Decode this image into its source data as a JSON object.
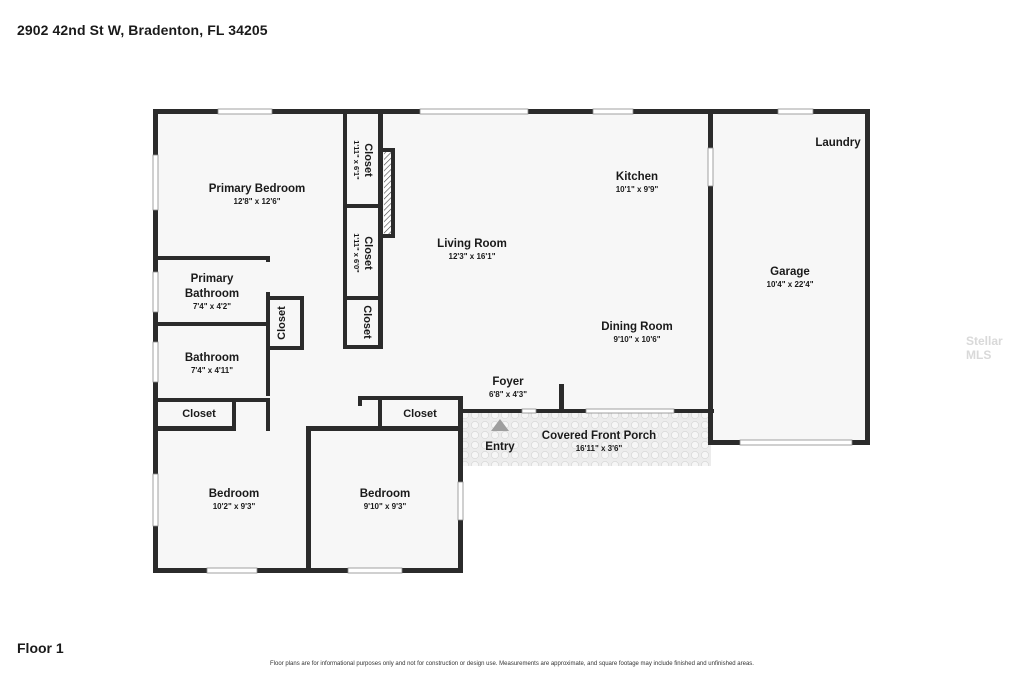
{
  "header": {
    "address": "2902 42nd St W, Bradenton, FL 34205"
  },
  "footer": {
    "floor_label": "Floor 1",
    "disclaimer": "Floor plans are for informational purposes only and not for construction or design use. Measurements are approximate, and square footage may include finished and unfinished areas."
  },
  "watermark": "Stellar MLS",
  "rooms": {
    "primary_bedroom": {
      "name": "Primary Bedroom",
      "dims": "12'8\" x 12'6\""
    },
    "closet_1": {
      "name": "Closet",
      "dims": "1'11\" x 6'1\""
    },
    "closet_2": {
      "name": "Closet",
      "dims": "1'11\" x 6'0\""
    },
    "closet_3": {
      "name": "Closet"
    },
    "closet_4": {
      "name": "Closet"
    },
    "kitchen": {
      "name": "Kitchen",
      "dims": "10'1\" x 9'9\""
    },
    "living_room": {
      "name": "Living Room",
      "dims": "12'3\" x 16'1\""
    },
    "garage": {
      "name": "Garage",
      "dims": "10'4\" x 22'4\""
    },
    "laundry": {
      "name": "Laundry"
    },
    "primary_bathroom": {
      "name_line1": "Primary",
      "name_line2": "Bathroom",
      "dims": "7'4\" x 4'2\""
    },
    "bathroom": {
      "name": "Bathroom",
      "dims": "7'4\" x 4'11\""
    },
    "dining_room": {
      "name": "Dining Room",
      "dims": "9'10\" x 10'6\""
    },
    "foyer": {
      "name": "Foyer",
      "dims": "6'8\" x 4'3\""
    },
    "closet_5": {
      "name": "Closet"
    },
    "closet_6": {
      "name": "Closet"
    },
    "entry": {
      "name": "Entry"
    },
    "covered_front_porch": {
      "name": "Covered Front Porch",
      "dims": "16'11\" x 3'6\""
    },
    "bedroom_left": {
      "name": "Bedroom",
      "dims": "10'2\" x 9'3\""
    },
    "bedroom_right": {
      "name": "Bedroom",
      "dims": "9'10\" x 9'3\""
    }
  },
  "colors": {
    "wall": "#2b2b2b",
    "floor": "#f7f7f7",
    "porch": "#ececec"
  }
}
